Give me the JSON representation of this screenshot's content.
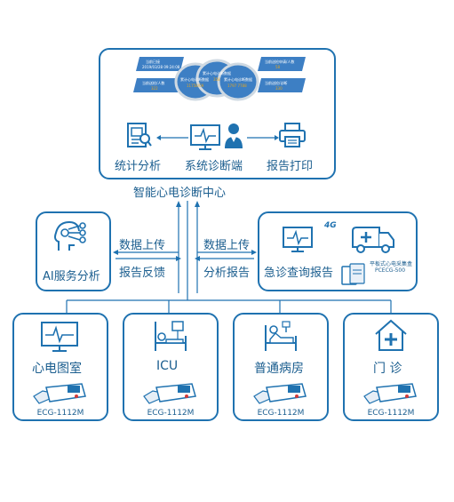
{
  "center": {
    "title": "智能心电诊断中心",
    "stat_left": "统计分析",
    "system": "系统诊断端",
    "print": "报告打印",
    "dashboard": {
      "cards_left": [
        {
          "title": "当前已接",
          "value": "2019/03/28 09:24:08"
        },
        {
          "title": "当前送检/人数",
          "value": "322"
        }
      ],
      "cards_right": [
        {
          "title": "当前送检申请/人数",
          "value": "58"
        },
        {
          "title": "当前送检/诊断",
          "value": "330"
        }
      ],
      "circles": [
        {
          "label": "累计心电诊断数据",
          "value": "11758/09"
        },
        {
          "label": "累计心电诊断数据",
          "value": "358"
        },
        {
          "label": "累计心电诊断数据",
          "value": "1797 7788"
        }
      ]
    }
  },
  "arrows": {
    "upload_left": "数据上传",
    "feedback": "报告反馈",
    "upload_right": "数据上传",
    "analysis": "分析报告"
  },
  "ai": {
    "label": "AI服务分析"
  },
  "emergency": {
    "label": "急诊查询报告",
    "badge": "4G",
    "device_name": "平板式心电采集盒",
    "device_model": "PCECG-500"
  },
  "departments": [
    {
      "name": "心电图室",
      "model": "ECG-1112M"
    },
    {
      "name": "ICU",
      "model": "ECG-1112M"
    },
    {
      "name": "普通病房",
      "model": "ECG-1112M"
    },
    {
      "name": "门  诊",
      "model": "ECG-1112M"
    }
  ],
  "colors": {
    "primary": "#1f72b0",
    "text": "#1b5e8f",
    "card": "#3d7fc4",
    "accent": "#e5a51f"
  }
}
